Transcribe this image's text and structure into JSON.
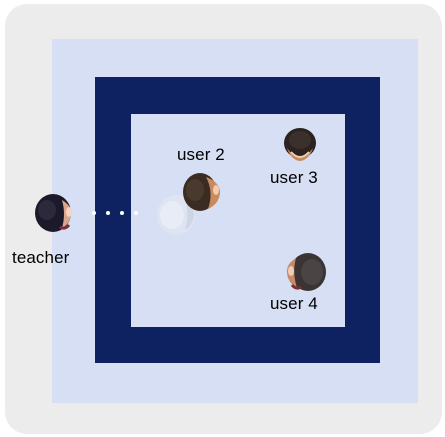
{
  "participants": {
    "teacher": {
      "label": "teacher"
    },
    "user2": {
      "label": "user 2"
    },
    "user3": {
      "label": "user 3"
    },
    "user4": {
      "label": "user 4"
    }
  },
  "colors": {
    "outer_panel": "#ececec",
    "light_area": "#d6dff3",
    "dark_frame": "#0e2160",
    "dots": "#ffffff"
  }
}
